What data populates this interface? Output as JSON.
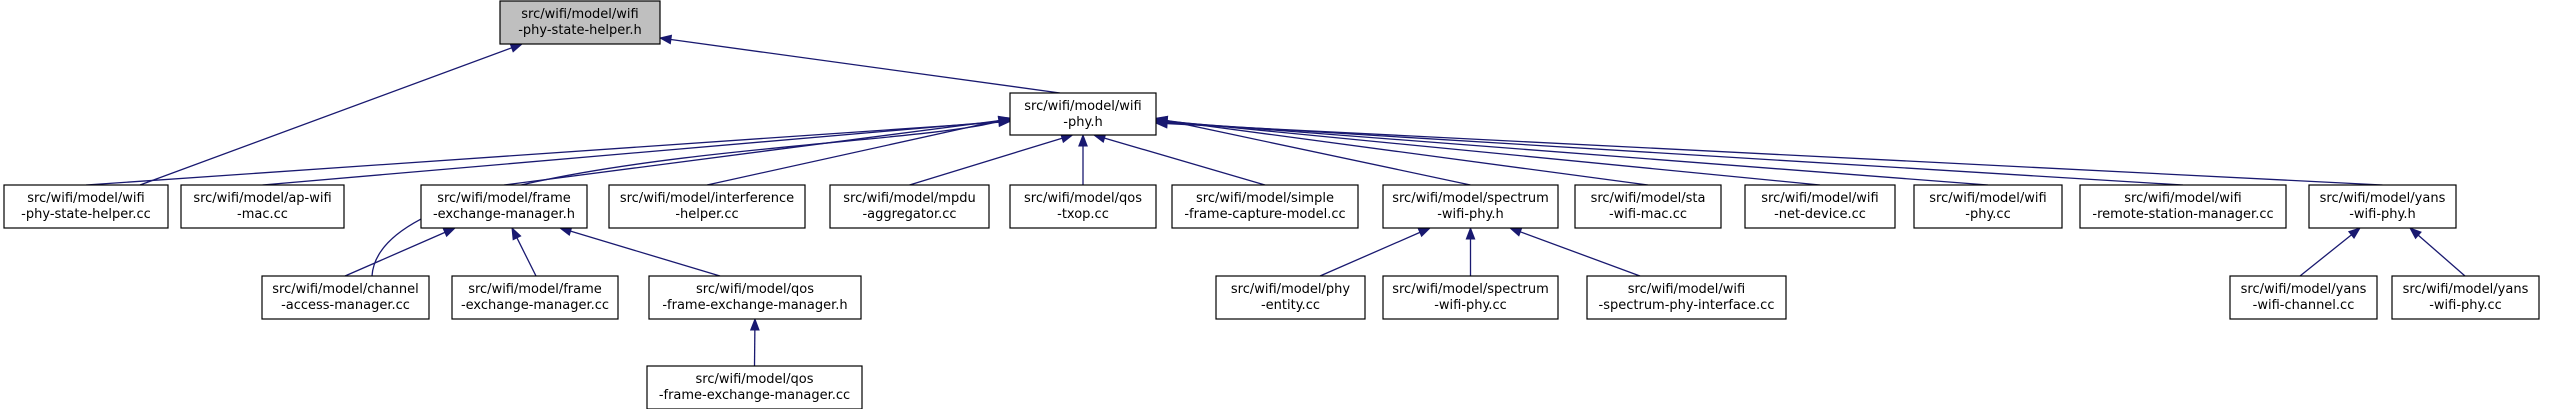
{
  "nodes": [
    {
      "id": "wifi-phy-state-helper-h",
      "lines": [
        "src/wifi/model/wifi",
        "-phy-state-helper.h"
      ],
      "root": true
    },
    {
      "id": "wifi-phy-h",
      "lines": [
        "src/wifi/model/wifi",
        "-phy.h"
      ]
    },
    {
      "id": "wifi-phy-state-helper-cc",
      "lines": [
        "src/wifi/model/wifi",
        "-phy-state-helper.cc"
      ]
    },
    {
      "id": "ap-wifi-mac-cc",
      "lines": [
        "src/wifi/model/ap-wifi",
        "-mac.cc"
      ]
    },
    {
      "id": "frame-exchange-manager-h",
      "lines": [
        "src/wifi/model/frame",
        "-exchange-manager.h"
      ]
    },
    {
      "id": "interference-helper-cc",
      "lines": [
        "src/wifi/model/interference",
        "-helper.cc"
      ]
    },
    {
      "id": "mpdu-aggregator-cc",
      "lines": [
        "src/wifi/model/mpdu",
        "-aggregator.cc"
      ]
    },
    {
      "id": "qos-txop-cc",
      "lines": [
        "src/wifi/model/qos",
        "-txop.cc"
      ]
    },
    {
      "id": "simple-frame-capture-model-cc",
      "lines": [
        "src/wifi/model/simple",
        "-frame-capture-model.cc"
      ]
    },
    {
      "id": "spectrum-wifi-phy-h",
      "lines": [
        "src/wifi/model/spectrum",
        "-wifi-phy.h"
      ]
    },
    {
      "id": "sta-wifi-mac-cc",
      "lines": [
        "src/wifi/model/sta",
        "-wifi-mac.cc"
      ]
    },
    {
      "id": "wifi-net-device-cc",
      "lines": [
        "src/wifi/model/wifi",
        "-net-device.cc"
      ]
    },
    {
      "id": "wifi-phy-cc",
      "lines": [
        "src/wifi/model/wifi",
        "-phy.cc"
      ]
    },
    {
      "id": "wifi-remote-station-manager-cc",
      "lines": [
        "src/wifi/model/wifi",
        "-remote-station-manager.cc"
      ]
    },
    {
      "id": "yans-wifi-phy-h",
      "lines": [
        "src/wifi/model/yans",
        "-wifi-phy.h"
      ]
    },
    {
      "id": "channel-access-manager-cc",
      "lines": [
        "src/wifi/model/channel",
        "-access-manager.cc"
      ]
    },
    {
      "id": "frame-exchange-manager-cc",
      "lines": [
        "src/wifi/model/frame",
        "-exchange-manager.cc"
      ]
    },
    {
      "id": "qos-frame-exchange-manager-h",
      "lines": [
        "src/wifi/model/qos",
        "-frame-exchange-manager.h"
      ]
    },
    {
      "id": "phy-entity-cc",
      "lines": [
        "src/wifi/model/phy",
        "-entity.cc"
      ]
    },
    {
      "id": "spectrum-wifi-phy-cc",
      "lines": [
        "src/wifi/model/spectrum",
        "-wifi-phy.cc"
      ]
    },
    {
      "id": "wifi-spectrum-phy-interface-cc",
      "lines": [
        "src/wifi/model/wifi",
        "-spectrum-phy-interface.cc"
      ]
    },
    {
      "id": "yans-wifi-channel-cc",
      "lines": [
        "src/wifi/model/yans",
        "-wifi-channel.cc"
      ]
    },
    {
      "id": "yans-wifi-phy-cc",
      "lines": [
        "src/wifi/model/yans",
        "-wifi-phy.cc"
      ]
    },
    {
      "id": "qos-frame-exchange-manager-cc",
      "lines": [
        "src/wifi/model/qos",
        "-frame-exchange-manager.cc"
      ]
    }
  ],
  "edges": [
    {
      "from": "wifi-phy-h",
      "to": "wifi-phy-state-helper-h"
    },
    {
      "from": "wifi-phy-state-helper-cc",
      "to": "wifi-phy-state-helper-h"
    },
    {
      "from": "wifi-phy-state-helper-cc",
      "to": "wifi-phy-h"
    },
    {
      "from": "ap-wifi-mac-cc",
      "to": "wifi-phy-h"
    },
    {
      "from": "frame-exchange-manager-h",
      "to": "wifi-phy-h"
    },
    {
      "from": "interference-helper-cc",
      "to": "wifi-phy-h"
    },
    {
      "from": "mpdu-aggregator-cc",
      "to": "wifi-phy-h"
    },
    {
      "from": "qos-txop-cc",
      "to": "wifi-phy-h"
    },
    {
      "from": "simple-frame-capture-model-cc",
      "to": "wifi-phy-h"
    },
    {
      "from": "spectrum-wifi-phy-h",
      "to": "wifi-phy-h"
    },
    {
      "from": "sta-wifi-mac-cc",
      "to": "wifi-phy-h"
    },
    {
      "from": "wifi-net-device-cc",
      "to": "wifi-phy-h"
    },
    {
      "from": "wifi-phy-cc",
      "to": "wifi-phy-h"
    },
    {
      "from": "wifi-remote-station-manager-cc",
      "to": "wifi-phy-h"
    },
    {
      "from": "yans-wifi-phy-h",
      "to": "wifi-phy-h"
    },
    {
      "from": "channel-access-manager-cc",
      "to": "wifi-phy-h"
    },
    {
      "from": "channel-access-manager-cc",
      "to": "frame-exchange-manager-h"
    },
    {
      "from": "frame-exchange-manager-cc",
      "to": "frame-exchange-manager-h"
    },
    {
      "from": "qos-frame-exchange-manager-h",
      "to": "frame-exchange-manager-h"
    },
    {
      "from": "qos-frame-exchange-manager-cc",
      "to": "qos-frame-exchange-manager-h"
    },
    {
      "from": "phy-entity-cc",
      "to": "spectrum-wifi-phy-h"
    },
    {
      "from": "spectrum-wifi-phy-cc",
      "to": "spectrum-wifi-phy-h"
    },
    {
      "from": "wifi-spectrum-phy-interface-cc",
      "to": "spectrum-wifi-phy-h"
    },
    {
      "from": "yans-wifi-channel-cc",
      "to": "yans-wifi-phy-h"
    },
    {
      "from": "yans-wifi-phy-cc",
      "to": "yans-wifi-phy-h"
    }
  ],
  "colors": {
    "edge": "#191970",
    "root_fill": "#bfbfbf",
    "node_fill": "#ffffff",
    "node_border": "#000000"
  }
}
